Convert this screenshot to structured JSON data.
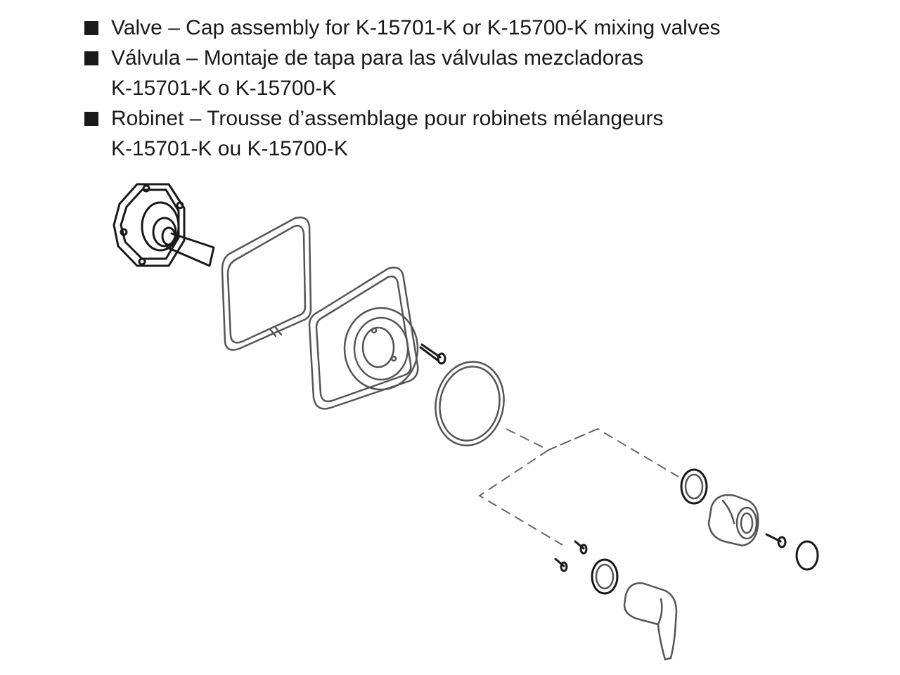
{
  "captions": [
    {
      "lines": [
        "Valve – Cap assembly for K-15701-K or K-15700-K mixing valves"
      ]
    },
    {
      "lines": [
        "Válvula – Montaje de tapa para las válvulas mezcladoras",
        "K-15701-K o K-15700-K"
      ]
    },
    {
      "lines": [
        "Robinet – Trousse d’assemblage pour robinets mélangeurs",
        "K-15701-K ou K-15700-K"
      ]
    }
  ]
}
